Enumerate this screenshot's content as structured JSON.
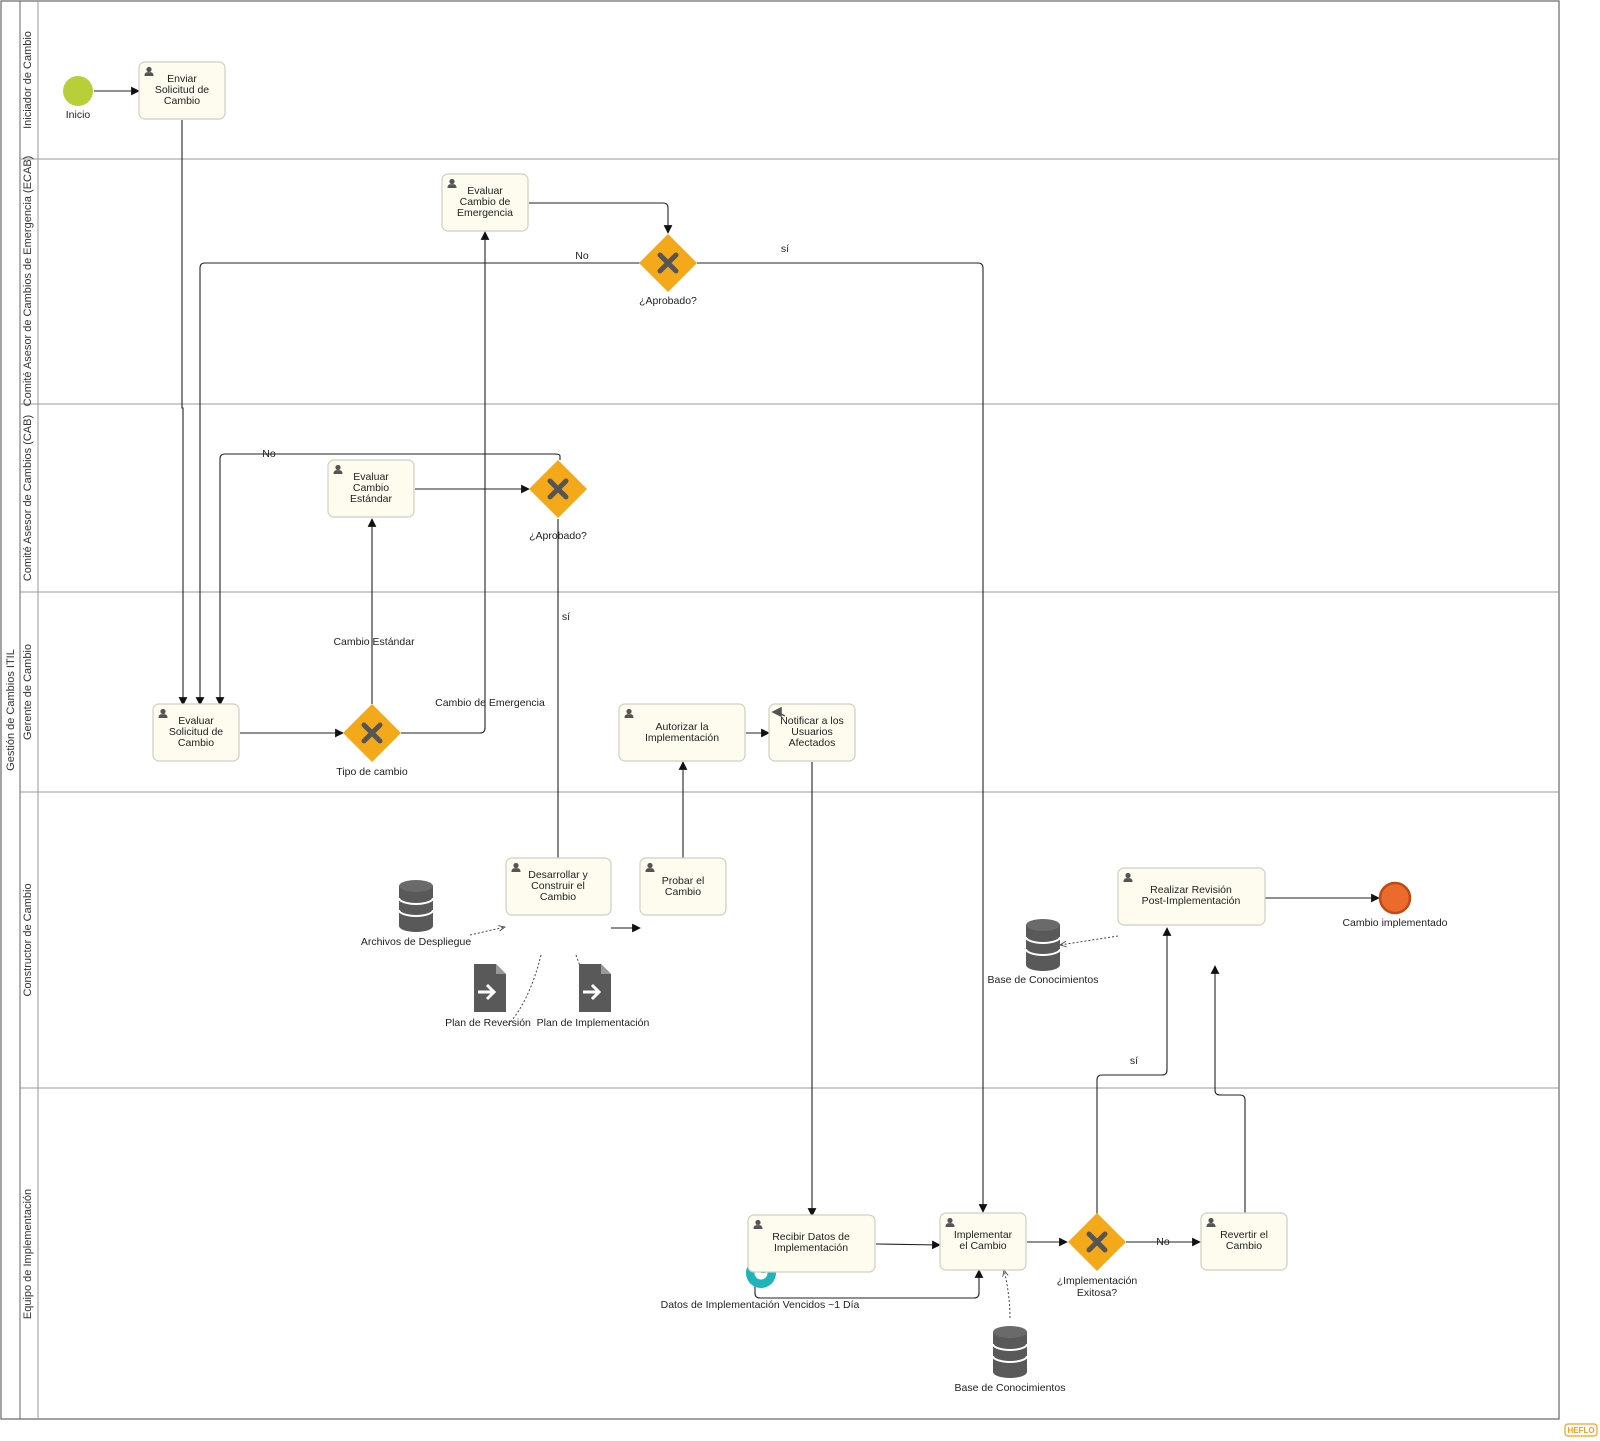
{
  "pool": {
    "label": "Gestión de Cambios ITIL"
  },
  "lanes": [
    "Iniciador de Cambio",
    "Comité Asesor de Cambios de Emergencia (ECAB)",
    "Comité Asesor de Cambios (CAB)",
    "Gerente de Cambio",
    "Constructor de Cambio",
    "Equipo de Implementación"
  ],
  "events": {
    "start": "Inicio",
    "end": "Cambio implementado",
    "timer": "Datos de Implementación Vencidos ~1 Día"
  },
  "tasks": {
    "enviar": [
      "Enviar",
      "Solicitud de",
      "Cambio"
    ],
    "evaluar_emergencia": [
      "Evaluar",
      "Cambio de",
      "Emergencia"
    ],
    "evaluar_estandar": [
      "Evaluar",
      "Cambio",
      "Estándar"
    ],
    "evaluar_solicitud": [
      "Evaluar",
      "Solicitud de",
      "Cambio"
    ],
    "autorizar": [
      "Autorizar la",
      "Implementación"
    ],
    "notificar": [
      "Notificar a los",
      "Usuarios",
      "Afectados"
    ],
    "desarrollar": [
      "Desarrollar y",
      "Construir el",
      "Cambio"
    ],
    "probar": [
      "Probar el",
      "Cambio"
    ],
    "revision": [
      "Realizar Revisión",
      "Post-Implementación"
    ],
    "recibir": [
      "Recibir Datos de",
      "Implementación"
    ],
    "implementar": [
      "Implementar",
      "el Cambio"
    ],
    "revertir": [
      "Revertir el",
      "Cambio"
    ]
  },
  "gateways": {
    "aprobado_ecab": "¿Aprobado?",
    "aprobado_cab": "¿Aprobado?",
    "tipo": "Tipo de cambio",
    "exitosa": [
      "¿Implementación",
      "Exitosa?"
    ]
  },
  "flow_labels": {
    "ecab_no": "No",
    "ecab_si": "sí",
    "cab_no": "No",
    "cab_si": "sí",
    "estandar": "Cambio Estándar",
    "emergencia": "Cambio de Emergencia",
    "impl_si": "sí",
    "impl_no": "No"
  },
  "artifacts": {
    "archivos": "Archivos de Despliegue",
    "plan_reversion": "Plan de Reversión",
    "plan_implementacion": "Plan de Implementación",
    "base_conocimientos_1": "Base de Conocimientos",
    "base_conocimientos_2": "Base de Conocimientos"
  },
  "brand": "HEFLO",
  "colors": {
    "start": "#b9cf3a",
    "end": "#ec6a2c",
    "gateway": "#f4a91a",
    "timer": "#1fb3ba",
    "icon": "#555555"
  },
  "icons": {
    "task": "user-icon",
    "gateway": "x-icon",
    "data_store": "database-icon",
    "data_object": "document-input-icon",
    "timer": "clock-icon"
  }
}
